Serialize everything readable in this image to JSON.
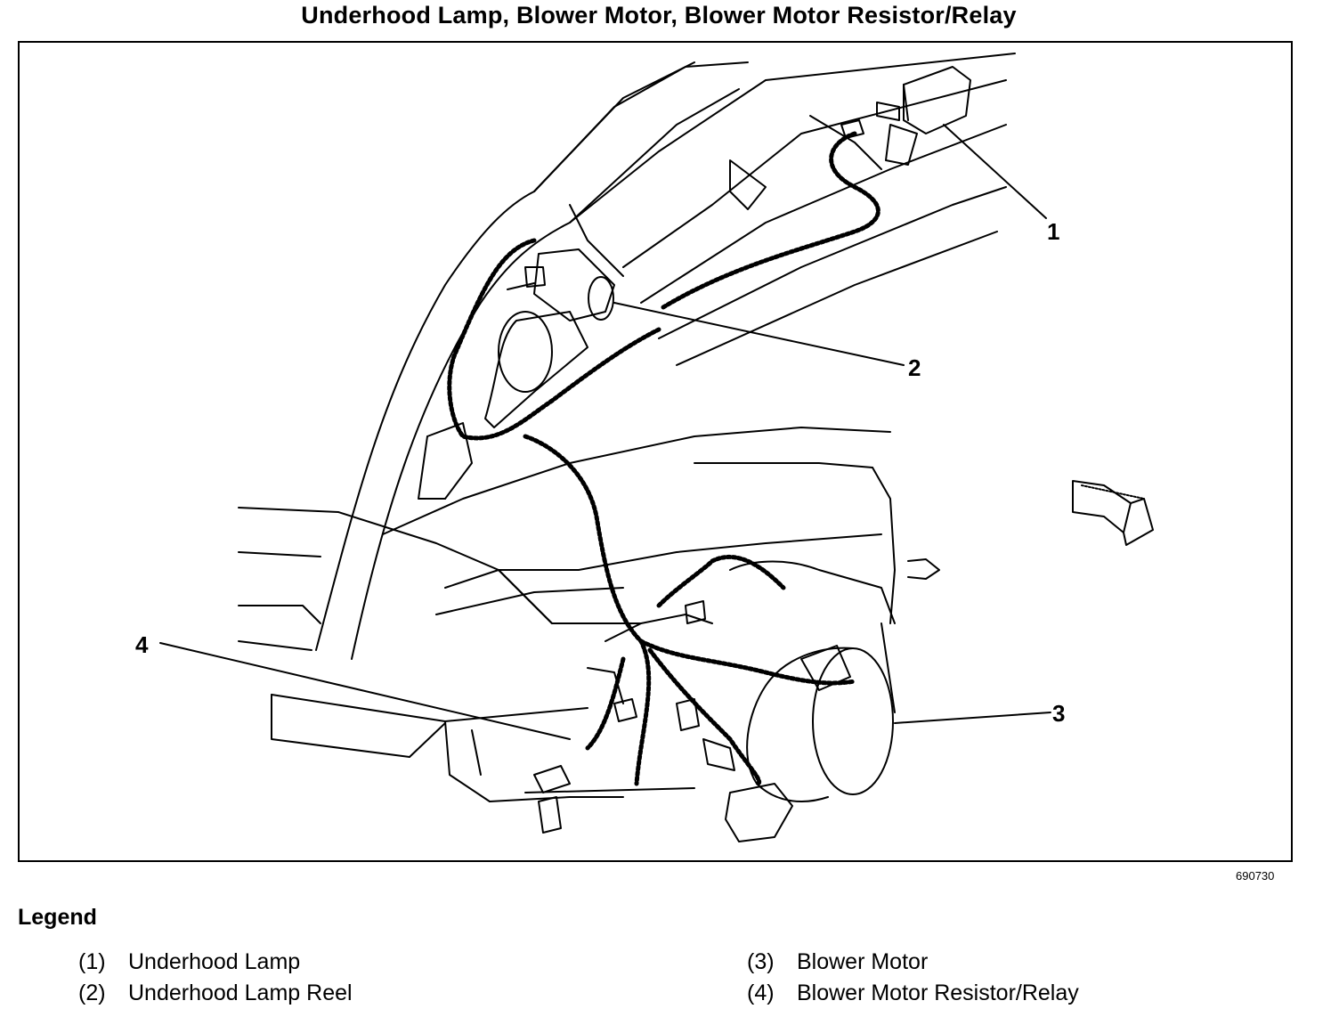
{
  "title": "Underhood Lamp, Blower Motor, Blower Motor Resistor/Relay",
  "figure_id": "690730",
  "callouts": [
    "1",
    "2",
    "3",
    "4"
  ],
  "legend": {
    "heading": "Legend",
    "items": [
      {
        "num": "(1)",
        "label": "Underhood Lamp"
      },
      {
        "num": "(2)",
        "label": "Underhood Lamp Reel"
      },
      {
        "num": "(3)",
        "label": "Blower Motor"
      },
      {
        "num": "(4)",
        "label": "Blower Motor Resistor/Relay"
      }
    ]
  },
  "colors": {
    "ink": "#000000",
    "paper": "#ffffff"
  },
  "icons": {
    "direction": "front-arrow-icon"
  }
}
